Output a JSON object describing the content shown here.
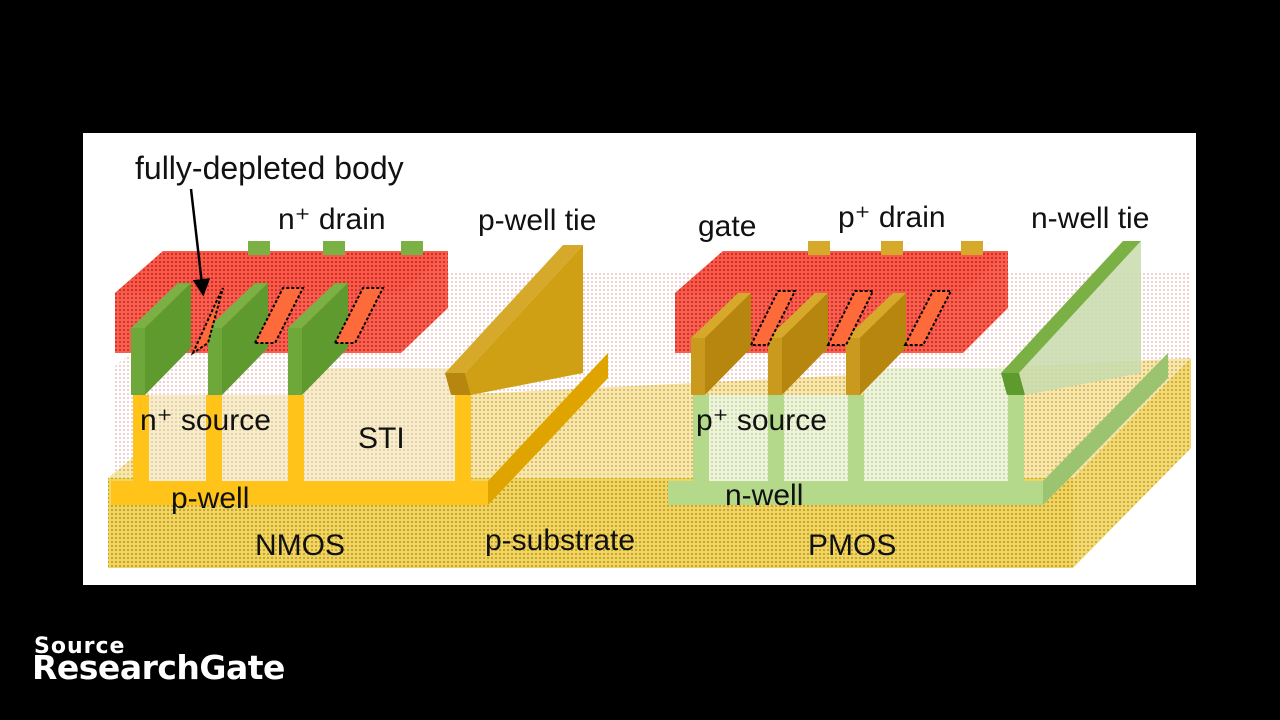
{
  "diagram": {
    "labels": {
      "fully_depleted_body": "fully-depleted  body",
      "n_drain": "n⁺ drain",
      "p_well_tie": "p-well tie",
      "gate": "gate",
      "p_drain": "p⁺ drain",
      "n_well_tie": "n-well tie",
      "n_source": "n⁺ source",
      "sti": "STI",
      "p_source": "p⁺ source",
      "p_well": "p-well",
      "n_well": "n-well",
      "nmos": "NMOS",
      "p_substrate": "p-substrate",
      "pmos": "PMOS"
    },
    "colors": {
      "substrate": "#e8c94a",
      "p_well": "#ffc31a",
      "n_well": "#b5d98a",
      "drain_source": "#e8362a",
      "gate_green": "#6fa83a",
      "gate_gold": "#c99a1e",
      "sti": "#f3e2b0"
    }
  },
  "source": {
    "line1": "Source",
    "line2": "ResearchGate"
  }
}
